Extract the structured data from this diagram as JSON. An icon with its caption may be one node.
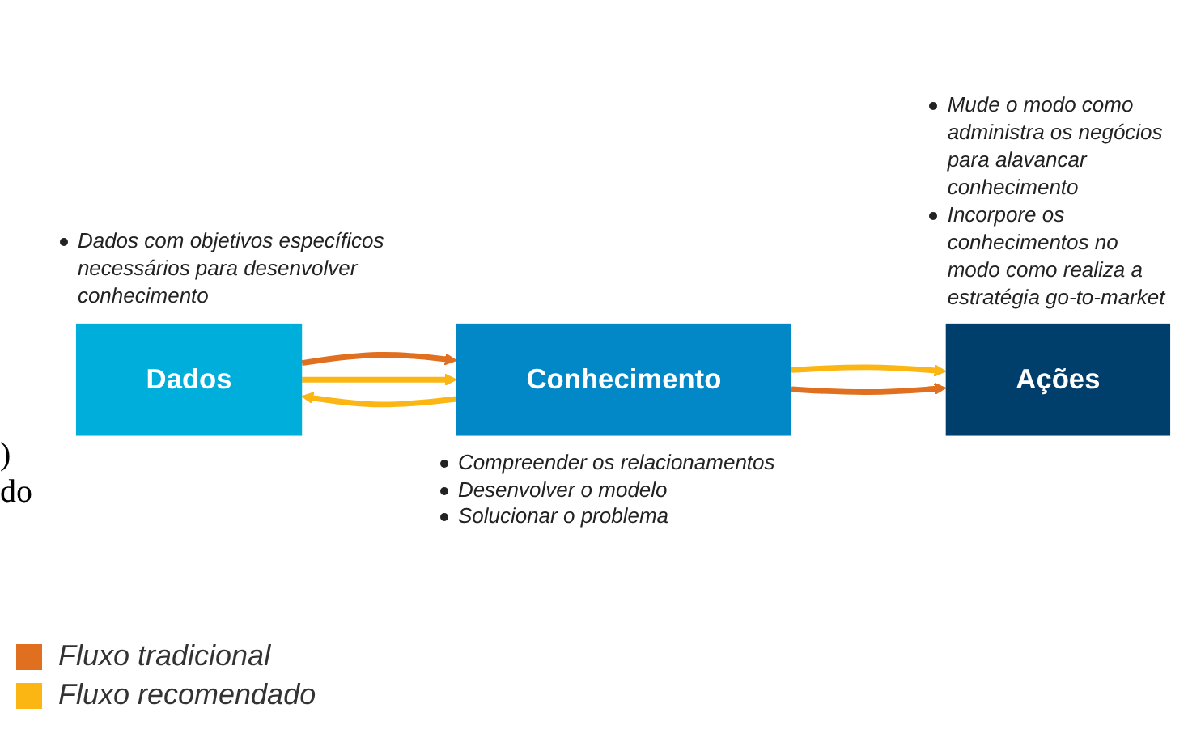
{
  "diagram": {
    "nodes": [
      {
        "text": [
          "Dados"
        ],
        "beside": [
          "Dados com objetivos específicos necessários para desenvolver conhecimento"
        ]
      },
      {
        "text": [
          "Conhecimento"
        ],
        "beside": [
          "Compreender os relacionamentos",
          "Desenvolver o modelo",
          "Solucionar o problema"
        ]
      },
      {
        "text": [
          "Ações"
        ],
        "beside": [
          "Mude o modo como administra os negócios para alavancar conhecimento",
          "Incorpore os conhecimentos no modo como realiza a estratégia go-to-market"
        ]
      }
    ],
    "edges": [
      {
        "from": 0,
        "to": 1,
        "arrow": "to",
        "color": "#e07020"
      },
      {
        "from": 0,
        "to": 1,
        "arrow": "to"
      },
      {
        "from": 1,
        "to": 0,
        "arrow": "to"
      },
      {
        "from": 1,
        "to": 2,
        "arrow": "to"
      },
      {
        "from": 1,
        "to": 2,
        "arrow": "to",
        "color": "#e07020"
      }
    ],
    "labels": [
      ")",
      "do"
    ],
    "legend": [
      {
        "text": "Fluxo tradicional",
        "color": "#e07020"
      },
      {
        "text": "Fluxo recomendado",
        "color": "#fbb614"
      }
    ]
  }
}
